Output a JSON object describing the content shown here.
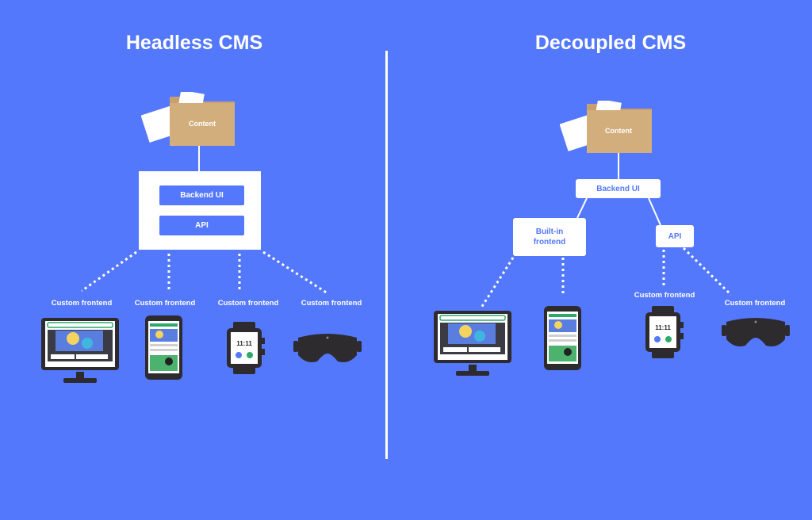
{
  "headless": {
    "title": "Headless CMS",
    "content_label": "Content",
    "backend_ui_label": "Backend UI",
    "api_label": "API",
    "frontends": [
      "Custom frontend",
      "Custom frontend",
      "Custom frontend",
      "Custom frontend"
    ]
  },
  "decoupled": {
    "title": "Decoupled CMS",
    "content_label": "Content",
    "backend_ui_label": "Backend UI",
    "builtin_label": "Built-in frontend",
    "api_label": "API",
    "frontends": [
      "Custom frontend",
      "Custom frontend"
    ]
  },
  "watch_time": "11:11",
  "colors": {
    "background": "#5478fb",
    "folder": "#d2ae7d",
    "device_dark": "#2e2b2f",
    "accent_green": "#2fa86b"
  },
  "icons": [
    "folder-icon",
    "desktop-monitor-icon",
    "smartphone-icon",
    "smartwatch-icon",
    "vr-headset-icon"
  ]
}
